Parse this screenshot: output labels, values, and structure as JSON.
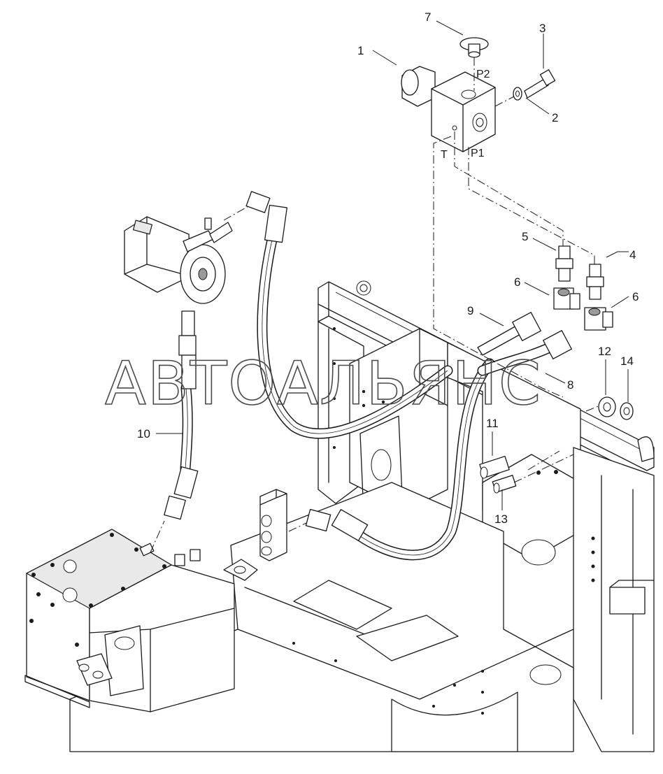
{
  "callouts": [
    "1",
    "2",
    "3",
    "4",
    "5",
    "6",
    "6",
    "7",
    "8",
    "9",
    "10",
    "11",
    "12",
    "13",
    "14"
  ],
  "ports": {
    "p2": "P2",
    "p1": "P1",
    "t": "T"
  },
  "watermark": "АВТОАЛЬЯНС"
}
